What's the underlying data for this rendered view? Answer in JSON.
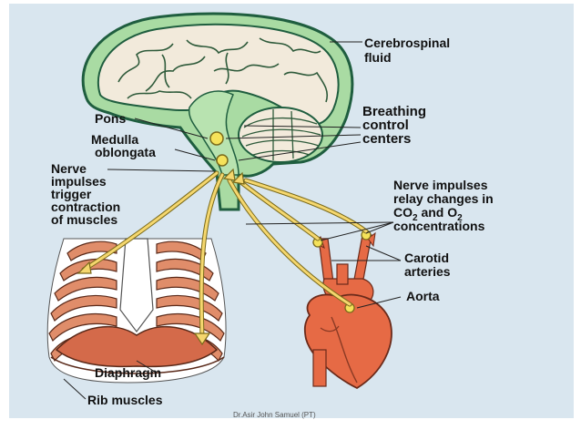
{
  "labels": {
    "cerebrospinal_1": "Cerebrospinal",
    "cerebrospinal_2": "fluid",
    "breathing_1": "Breathing",
    "breathing_2": "control",
    "breathing_3": "centers",
    "pons": "Pons",
    "medulla_1": "Medulla",
    "medulla_2": "oblongata",
    "nerve_1": "Nerve",
    "nerve_2": "impulses",
    "nerve_3": "trigger",
    "nerve_4": "contraction",
    "nerve_5": "of muscles",
    "relay_1": "Nerve impulses",
    "relay_2": "relay changes in",
    "relay_3a": "CO",
    "relay_3b": "2",
    "relay_3c": " and O",
    "relay_3d": "2",
    "relay_4": "concentrations",
    "carotid_1": "Carotid",
    "carotid_2": "arteries",
    "aorta": "Aorta",
    "diaphragm": "Diaphragm",
    "rib_muscles": "Rib muscles"
  },
  "footer": "Dr.Asir John Samuel (PT)",
  "colors": {
    "background_panel": "#d9e6ef",
    "brain_outline": "#1f5e3f",
    "brain_fill": "#f2eadb",
    "csf_green": "#a9dba3",
    "nerve_yellow": "#f5d76e",
    "nerve_outline": "#7a6a1a",
    "heart_red": "#e66a45",
    "rib_salmon": "#e08d6a",
    "diaphragm": "#d46a4a"
  }
}
